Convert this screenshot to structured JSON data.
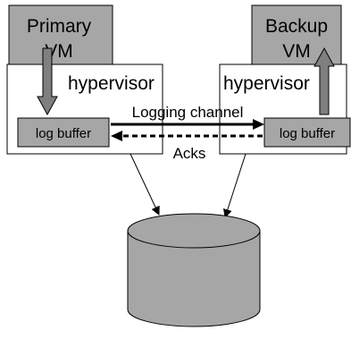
{
  "primary": {
    "vm_line1": "Primary",
    "vm_line2": "VM",
    "hypervisor": "hypervisor",
    "log_buffer": "log buffer"
  },
  "backup": {
    "vm_line1": "Backup",
    "vm_line2": "VM",
    "hypervisor": "hypervisor",
    "log_buffer": "log buffer"
  },
  "channels": {
    "logging": "Logging channel",
    "acks": "Acks"
  },
  "colors": {
    "gray_fill": "#a6a6a6",
    "arrow_fill": "#7f7f7f",
    "stroke": "#000000"
  }
}
